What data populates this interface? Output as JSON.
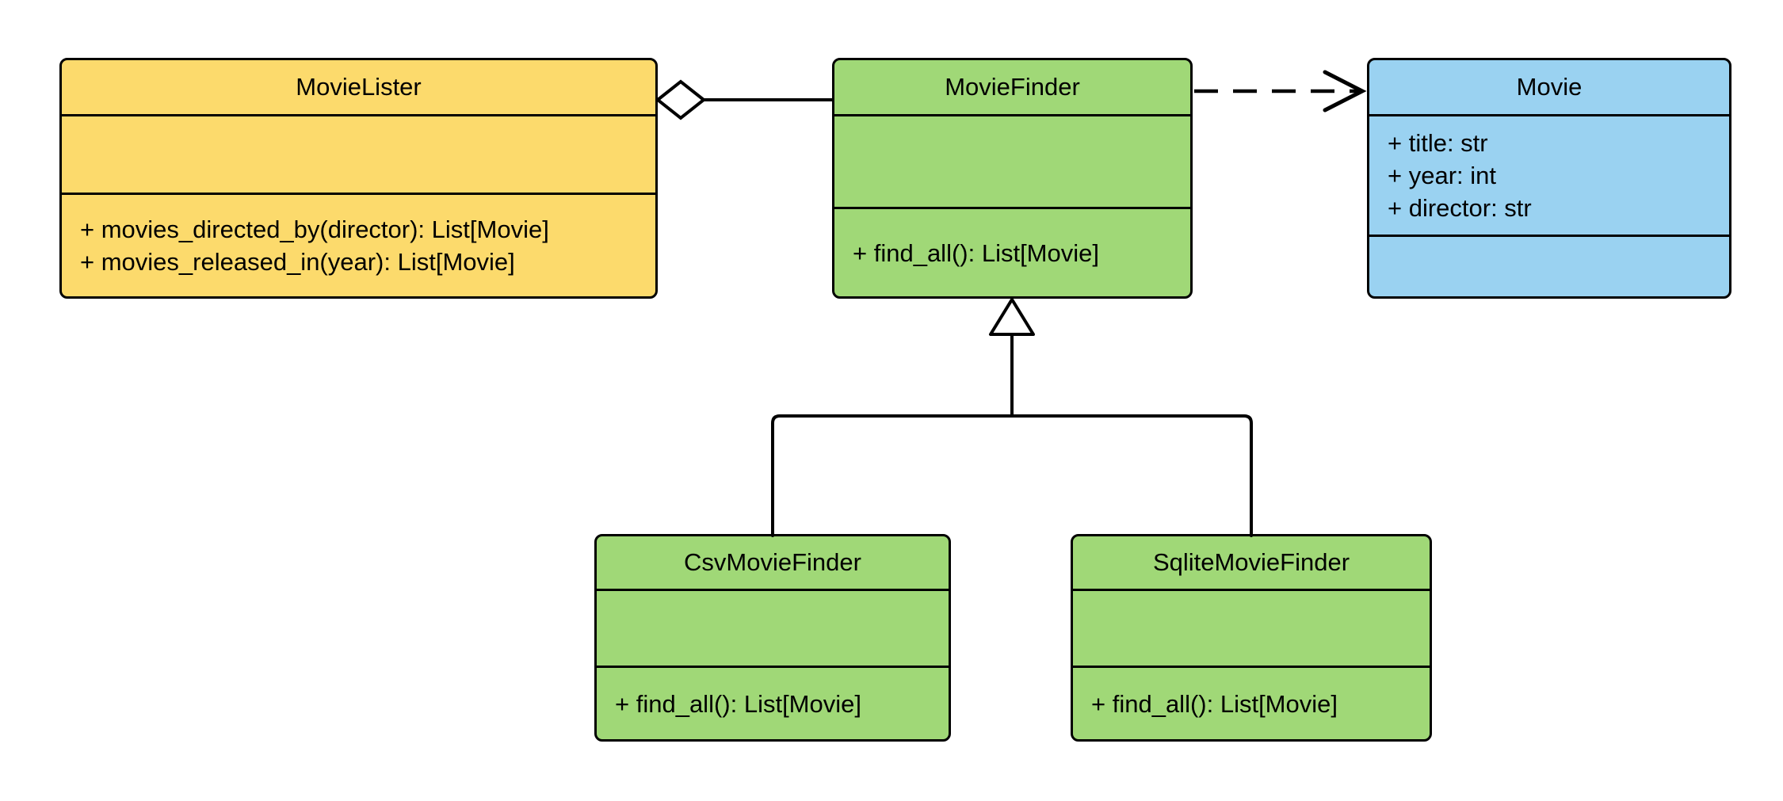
{
  "diagram": {
    "type": "uml-class-diagram",
    "background_color": "#ffffff",
    "stroke_color": "#000000",
    "classes": {
      "movie_lister": {
        "name": "MovieLister",
        "fill": "#FCDA6C",
        "attributes": [],
        "methods": [
          "+ movies_directed_by(director): List[Movie]",
          "+ movies_released_in(year): List[Movie]"
        ]
      },
      "movie_finder": {
        "name": "MovieFinder",
        "fill": "#A0D877",
        "attributes": [],
        "methods": [
          "+ find_all(): List[Movie]"
        ]
      },
      "movie": {
        "name": "Movie",
        "fill": "#9AD2F1",
        "attributes": [
          "+ title: str",
          "+ year: int",
          "+ director: str"
        ],
        "methods": []
      },
      "csv_movie_finder": {
        "name": "CsvMovieFinder",
        "fill": "#A0D877",
        "attributes": [],
        "methods": [
          "+ find_all(): List[Movie]"
        ]
      },
      "sqlite_movie_finder": {
        "name": "SqliteMovieFinder",
        "fill": "#A0D877",
        "attributes": [],
        "methods": [
          "+ find_all(): List[Movie]"
        ]
      }
    },
    "relationships": [
      {
        "type": "aggregation",
        "from": "MovieLister",
        "to": "MovieFinder",
        "marker": "hollow-diamond",
        "line": "solid"
      },
      {
        "type": "dependency",
        "from": "MovieFinder",
        "to": "Movie",
        "marker": "open-arrow",
        "line": "dashed"
      },
      {
        "type": "generalization",
        "from": "CsvMovieFinder",
        "to": "MovieFinder",
        "marker": "hollow-triangle",
        "line": "solid"
      },
      {
        "type": "generalization",
        "from": "SqliteMovieFinder",
        "to": "MovieFinder",
        "marker": "hollow-triangle",
        "line": "solid"
      }
    ]
  }
}
